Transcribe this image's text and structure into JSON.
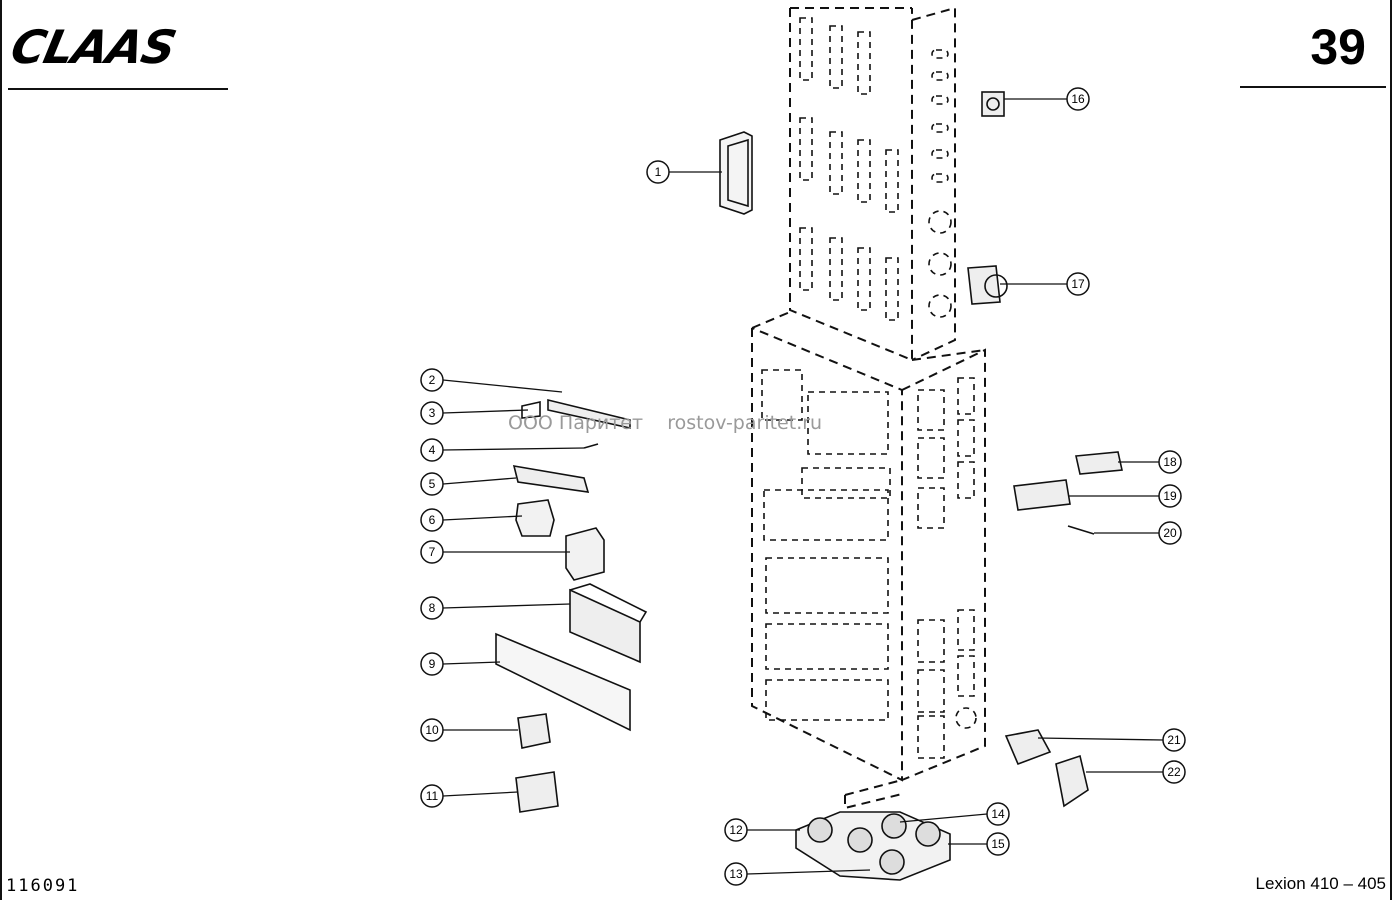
{
  "header": {
    "brand": "CLAAS",
    "page_number": "39"
  },
  "footer": {
    "document_id": "116091",
    "model": "Lexion 410 – 405"
  },
  "watermark": "ООО Паритет    rostov-paritet.ru",
  "callouts": [
    "1",
    "2",
    "3",
    "4",
    "5",
    "6",
    "7",
    "8",
    "9",
    "10",
    "11",
    "12",
    "13",
    "14",
    "15",
    "16",
    "17",
    "18",
    "19",
    "20",
    "21",
    "22"
  ]
}
